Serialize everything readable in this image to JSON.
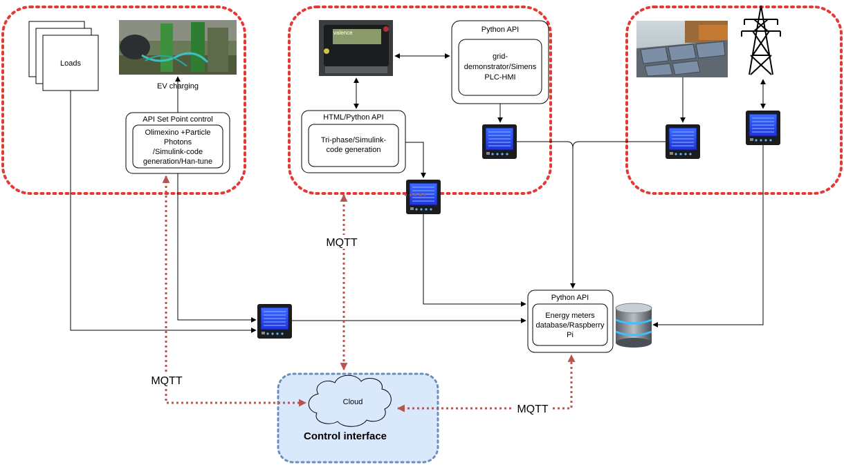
{
  "loads": {
    "label": "Loads"
  },
  "ev": {
    "caption": "EV charging"
  },
  "setpoint": {
    "title": "API Set Point control",
    "lines": [
      "Olimexino +Particle",
      "Photons",
      "/Simulink-code",
      "generation/Han-tune"
    ]
  },
  "html_api": {
    "title": "HTML/Python API",
    "lines": [
      "Tri-phase/Simulink-",
      "code generation"
    ]
  },
  "plc_api": {
    "title": "Python API",
    "lines": [
      "grid-",
      "demonstrator/Simens",
      "PLC-HMI"
    ]
  },
  "db_api": {
    "title": "Python API",
    "lines": [
      "Energy meters",
      "database/Raspberry",
      "Pi"
    ]
  },
  "battery": {
    "brand": "valence"
  },
  "cloud": {
    "label": "Cloud"
  },
  "control": {
    "label": "Control interface"
  },
  "mqtt": {
    "left": "MQTT",
    "middle": "MQTT",
    "right": "MQTT"
  },
  "colors": {
    "group_border": "#e53935",
    "mqtt_link": "#b85450",
    "control_fill": "#dae8fc",
    "control_border": "#6c8ebf",
    "meter_screen": "#2d4df0",
    "meter_body": "#1c1c1c"
  },
  "icons": [
    "document-stack-icon",
    "ev-charger-photo",
    "battery-photo",
    "solar-panel-photo",
    "transmission-tower-icon",
    "energy-meter-icon",
    "database-icon",
    "cloud-icon"
  ]
}
